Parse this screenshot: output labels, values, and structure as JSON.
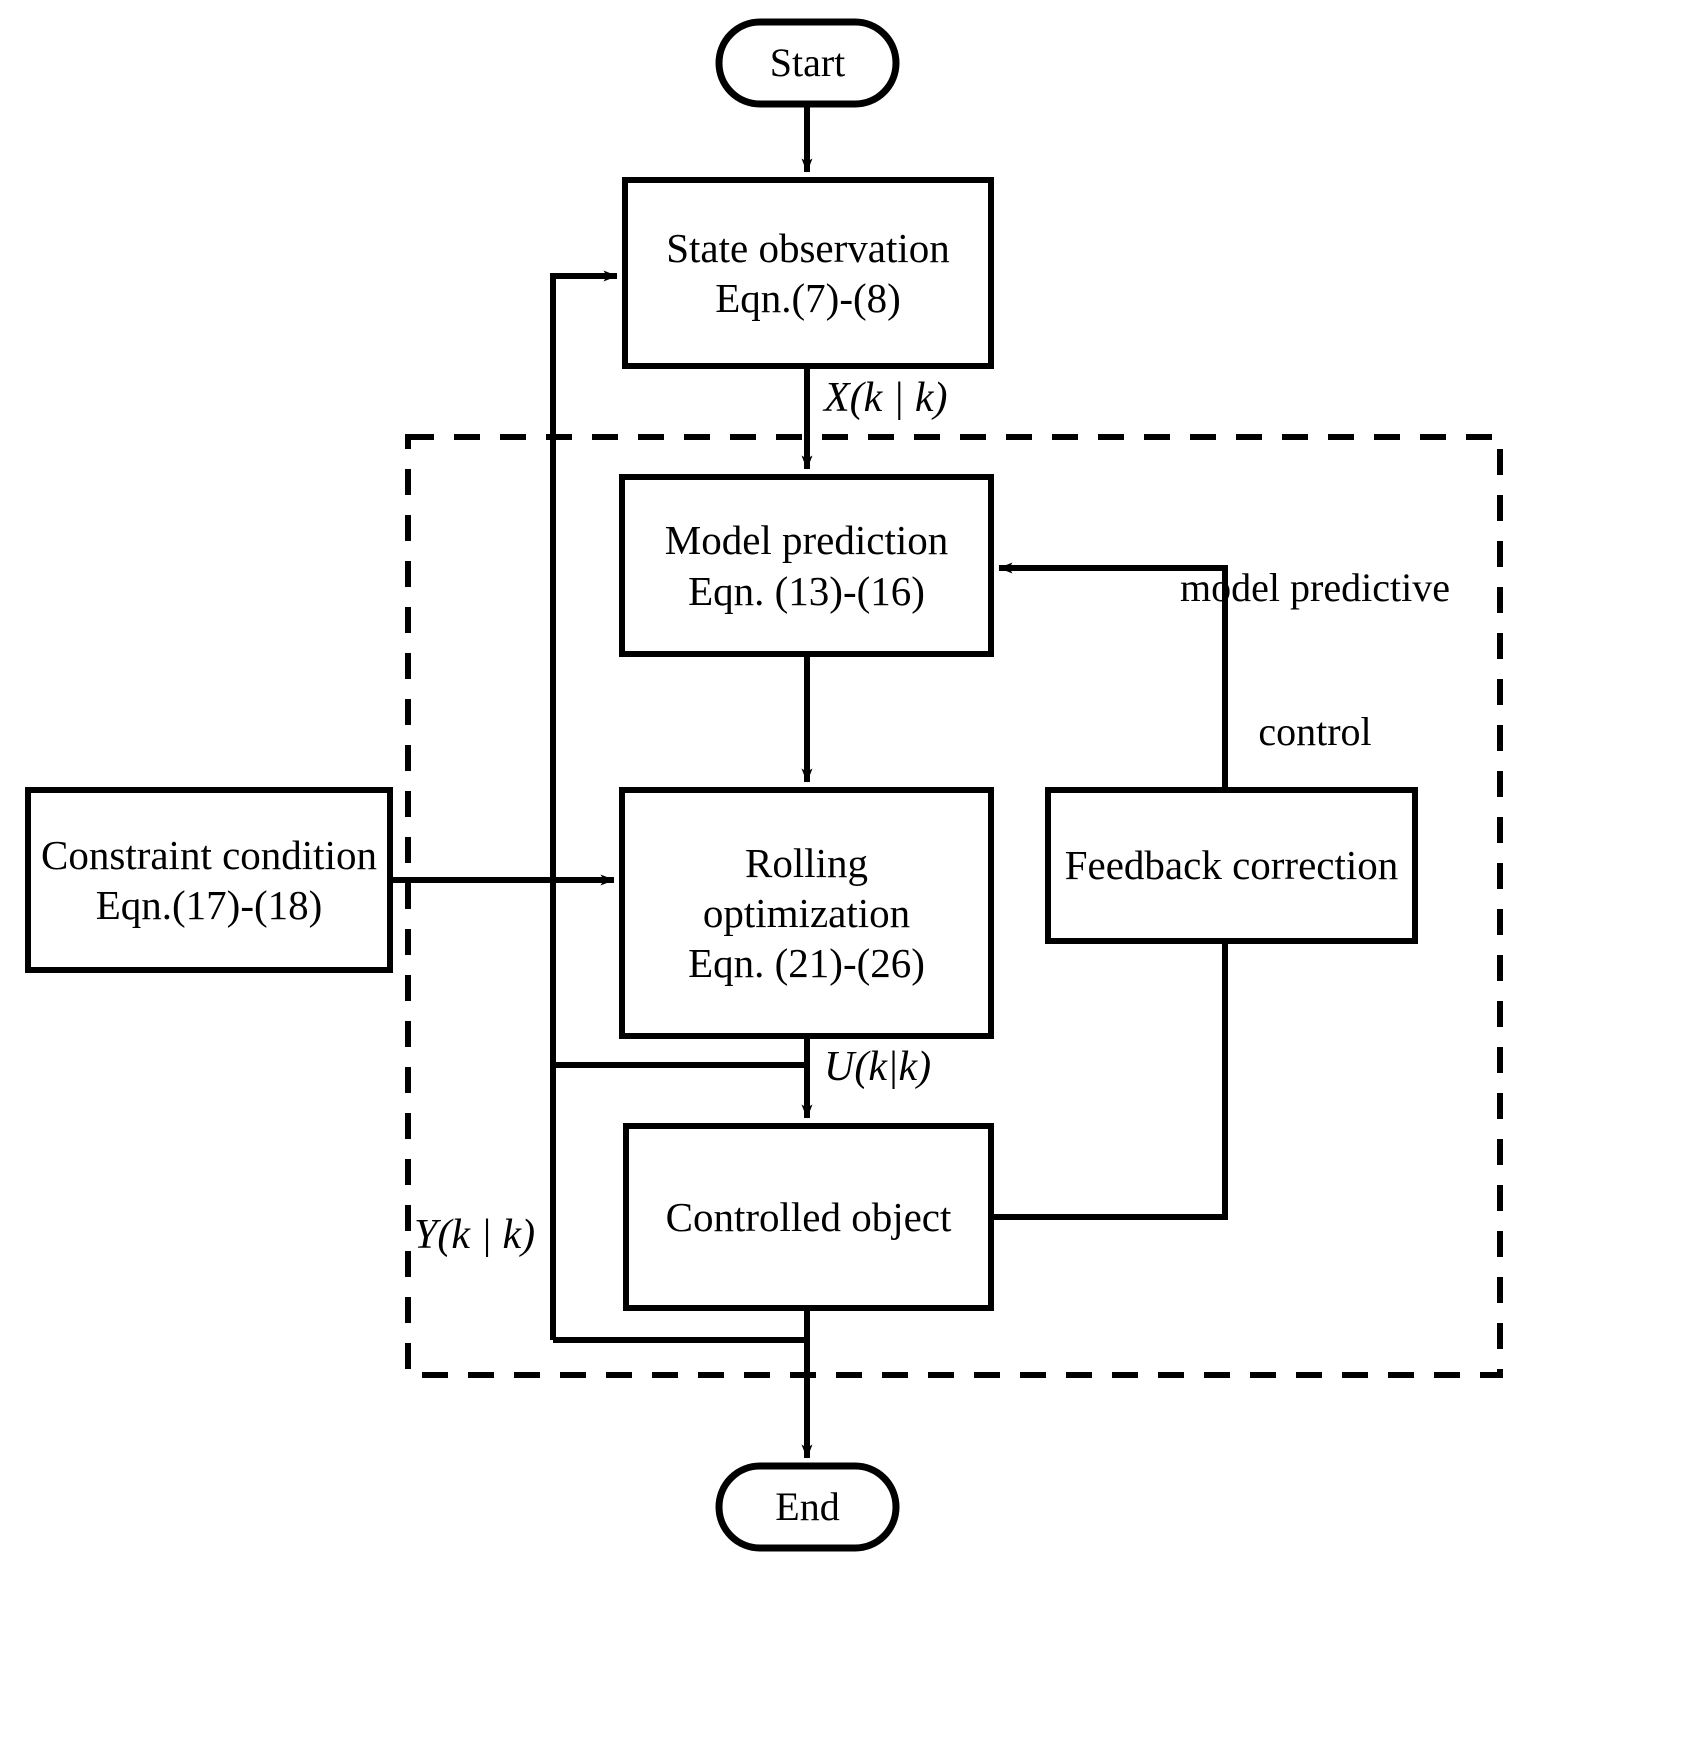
{
  "diagram": {
    "title": "Model predictive control flowchart",
    "stroke_color": "#000000",
    "fill_color": "#ffffff",
    "background": "#ffffff"
  },
  "nodes": {
    "start": {
      "label": "Start",
      "shape": "stadium"
    },
    "state_observation": {
      "line1": "State observation",
      "line2": "Eqn.(7)-(8)",
      "shape": "rect"
    },
    "model_prediction": {
      "line1": "Model prediction",
      "line2": "Eqn. (13)-(16)",
      "shape": "rect"
    },
    "rolling_optimization": {
      "line1": "Rolling",
      "line2": "optimization",
      "line3": "Eqn. (21)-(26)",
      "shape": "rect"
    },
    "controlled_object": {
      "line1": "Controlled object",
      "shape": "rect"
    },
    "constraint_condition": {
      "line1": "Constraint condition",
      "line2": "Eqn.(17)-(18)",
      "shape": "rect"
    },
    "feedback_correction": {
      "line1": "Feedback correction",
      "shape": "rect"
    },
    "end": {
      "label": "End",
      "shape": "stadium"
    }
  },
  "groups": {
    "mpc": {
      "line1": "model predictive",
      "line2": "control",
      "border": "dashed"
    }
  },
  "edge_labels": {
    "x_k_k": "X(k | k)",
    "u_k_k": "U(k|k)",
    "y_k_k": "Y(k | k)"
  }
}
